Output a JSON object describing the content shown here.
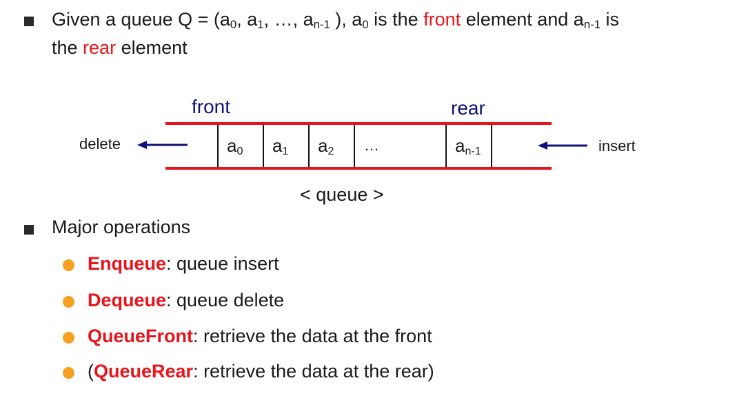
{
  "intro": {
    "part1": "Given a queue Q = (a",
    "sub0a": "0",
    "part2": ", a",
    "sub1": "1",
    "part3": ", …, a",
    "subn1a": "n-1",
    "part4": " ), a",
    "sub0b": "0",
    "part5": " is the ",
    "front_word": "front",
    "part6": " element and a",
    "subn1b": "n-1",
    "part7": " is",
    "line2_a": "the ",
    "rear_word": "rear",
    "line2_b": " element"
  },
  "diagram": {
    "front_label": "front",
    "rear_label": "rear",
    "delete_label": "delete",
    "insert_label": "insert",
    "caption": "< queue >",
    "cells": [
      {
        "base": "a",
        "sub": "0"
      },
      {
        "base": "a",
        "sub": "1"
      },
      {
        "base": "a",
        "sub": "2"
      },
      {
        "base": "…",
        "sub": ""
      },
      {
        "base": "a",
        "sub": "n-1"
      }
    ],
    "colors": {
      "rail": "#e8141b",
      "label": "#10107a",
      "arrow": "#10107a"
    }
  },
  "operations": {
    "heading": "Major operations",
    "items": [
      {
        "prefix": "",
        "name": "Enqueue",
        "desc": ": queue insert"
      },
      {
        "prefix": "",
        "name": "Dequeue",
        "desc": ": queue delete"
      },
      {
        "prefix": "",
        "name": "QueueFront",
        "desc": ": retrieve the data at the front"
      },
      {
        "prefix": "(",
        "name": "QueueRear",
        "desc": ": retrieve the data at the rear)"
      }
    ]
  }
}
